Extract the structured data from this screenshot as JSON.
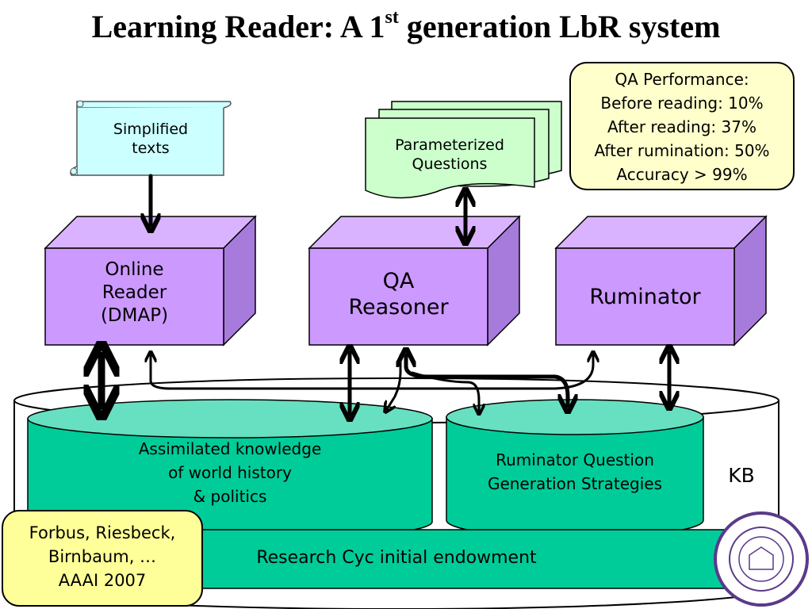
{
  "title": {
    "main": "Learning Reader: A 1",
    "sup": "st",
    "rest": " generation LbR system"
  },
  "simplified_texts": [
    "Simplified",
    "texts"
  ],
  "parameterized_questions": [
    "Parameterized",
    "Questions"
  ],
  "performance": {
    "lines": [
      "QA Performance:",
      "Before reading: 10%",
      "After reading: 37%",
      "After rumination: 50%",
      "Accuracy > 99%"
    ]
  },
  "online_reader": [
    "Online",
    "Reader",
    "(DMAP)"
  ],
  "qa_reasoner": [
    "QA",
    "Reasoner"
  ],
  "ruminator": "Ruminator",
  "assimilated_knowledge": [
    "Assimilated knowledge",
    "of world history",
    "& politics"
  ],
  "ruminator_strategies": [
    "Ruminator Question",
    "Generation Strategies"
  ],
  "kb_label": "KB",
  "research_cyc": "Research Cyc initial endowment",
  "citation": {
    "lines": [
      "Forbus, Riesbeck,",
      "Birnbaum, …",
      "AAAI 2007"
    ]
  },
  "colors": {
    "cube_front": "#cc99ff",
    "cube_top": "#d9b3ff",
    "cube_side": "#a77bdb",
    "teal": "#00cc99",
    "teal_top": "#66e0c0",
    "scroll": "#ccffff",
    "doc": "#ccffcc",
    "note": "#ffffcc",
    "citation": "#ffff99"
  }
}
